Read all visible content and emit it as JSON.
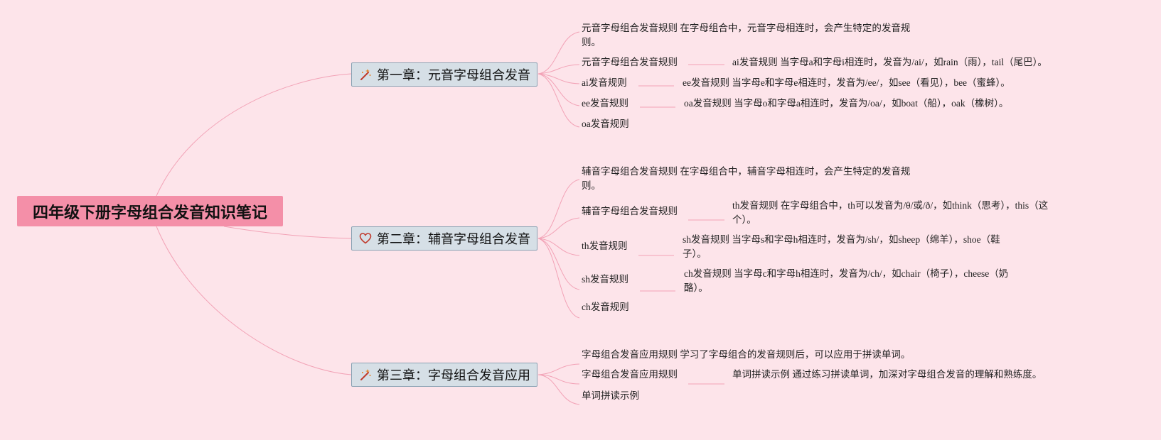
{
  "root": {
    "title": "四年级下册字母组合发音知识笔记"
  },
  "colors": {
    "background": "#fde4ea",
    "root_fill": "#f48fa8",
    "chapter_fill": "#d6dfe6",
    "chapter_border": "#8aa3b4",
    "connector": "#f2a2b6"
  },
  "chapters": [
    {
      "icon": "magic-wand-icon",
      "label": "第一章：元音字母组合发音",
      "intro": "元音字母组合发音规则 在字母组合中，元音字母相连时，会产生特定的发音规则。",
      "items": [
        "元音字母组合发音规则",
        "ai发音规则",
        "ee发音规则",
        "oa发音规则"
      ],
      "details": [
        "ai发音规则 当字母a和字母i相连时，发音为/ai/，如rain（雨），tail（尾巴）。",
        "ee发音规则 当字母e和字母e相连时，发音为/ee/，如see（看见），bee（蜜蜂）。",
        "oa发音规则 当字母o和字母a相连时，发音为/oa/，如boat（船），oak（橡树）。"
      ]
    },
    {
      "icon": "heart-icon",
      "label": "第二章：辅音字母组合发音",
      "intro": "辅音字母组合发音规则 在字母组合中，辅音字母相连时，会产生特定的发音规则。",
      "items": [
        "辅音字母组合发音规则",
        "th发音规则",
        "sh发音规则",
        "ch发音规则"
      ],
      "details": [
        "th发音规则 在字母组合中，th可以发音为/θ/或/ð/，如think（思考），this（这个）。",
        "sh发音规则 当字母s和字母h相连时，发音为/sh/，如sheep（绵羊），shoe（鞋子）。",
        "ch发音规则 当字母c和字母h相连时，发音为/ch/，如chair（椅子），cheese（奶酪）。"
      ]
    },
    {
      "icon": "magic-wand-icon",
      "label": "第三章：字母组合发音应用",
      "intro": "字母组合发音应用规则 学习了字母组合的发音规则后，可以应用于拼读单词。",
      "items": [
        "字母组合发音应用规则",
        "单词拼读示例"
      ],
      "details": [
        "单词拼读示例 通过练习拼读单词，加深对字母组合发音的理解和熟练度。"
      ]
    }
  ]
}
